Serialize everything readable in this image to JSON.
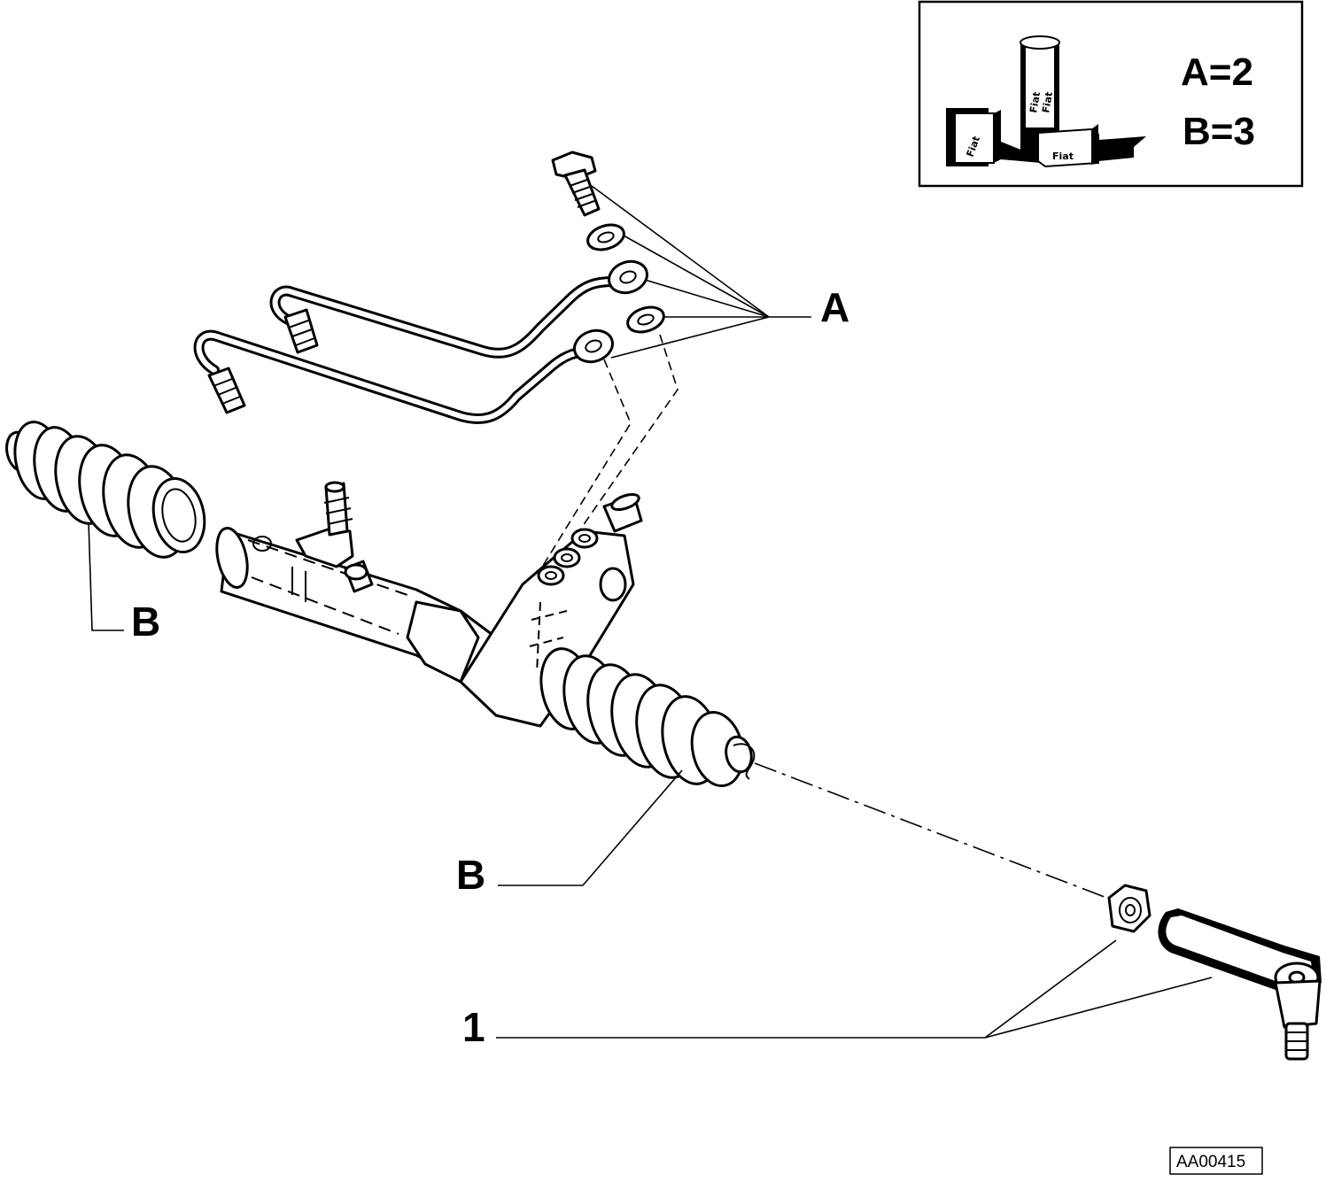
{
  "legend": {
    "line_a": "A=2",
    "line_b": "B=3",
    "can_text_1": "Fiat",
    "can_text_2": "Fiat",
    "box_text_left": "Fiat",
    "box_text_right": "Fiat"
  },
  "callouts": {
    "a": "A",
    "b_left": "B",
    "b_right": "B",
    "one": "1"
  },
  "drawing_code": "AA00415",
  "colors": {
    "line": "#000000",
    "background": "#ffffff"
  }
}
